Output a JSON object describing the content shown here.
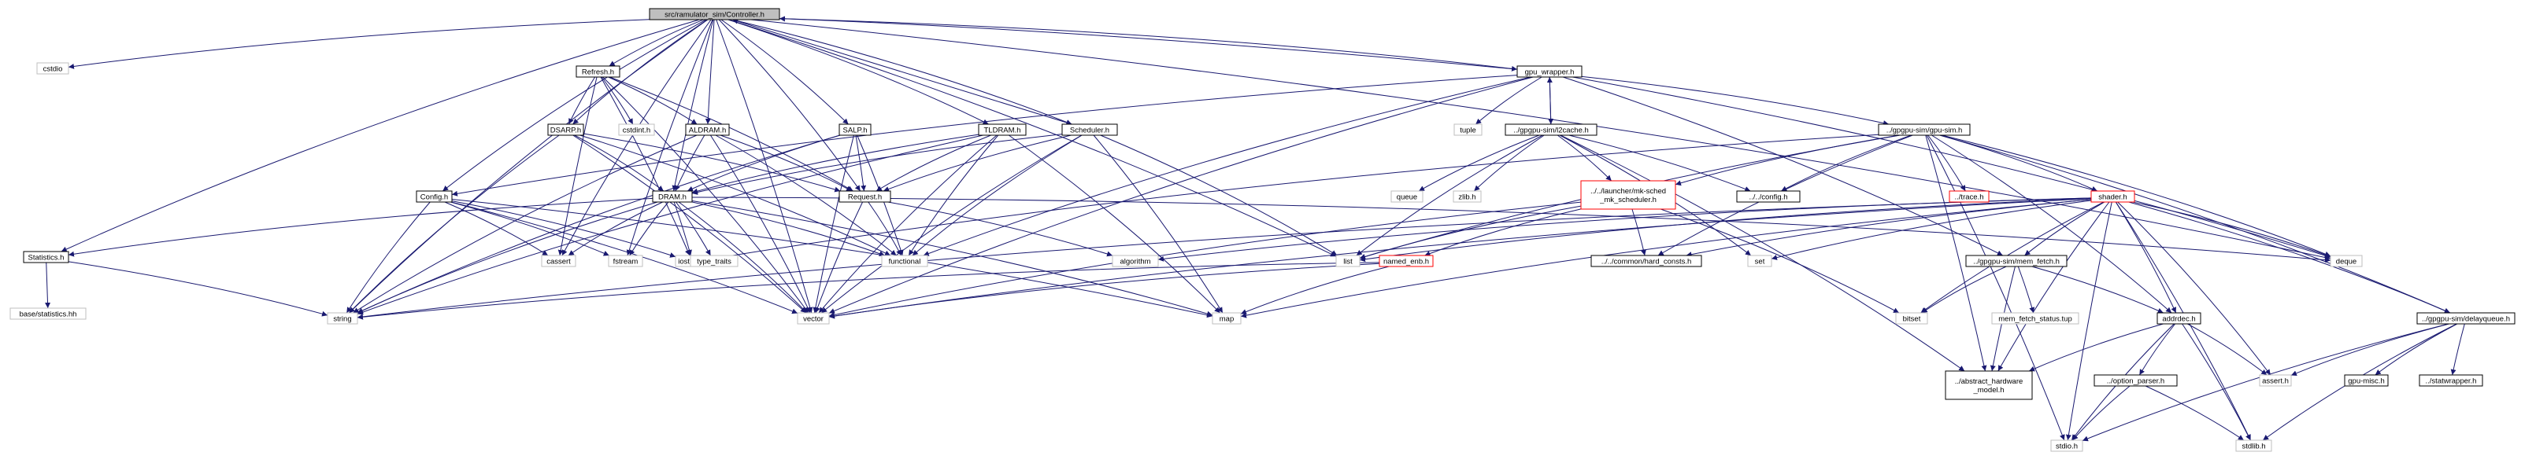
{
  "graph": {
    "root_file": "src/ramulator_sim/Controller.h",
    "edge_color": "#191970",
    "node_colors": {
      "root_fill": "#bfbfbf",
      "missing_border": "#bfbfbf",
      "red_border": "#ff0000",
      "normal_border": "#000000"
    }
  },
  "nodes": {
    "controller": "src/ramulator_sim/Controller.h",
    "cstdio": "cstdio",
    "refresh": "Refresh.h",
    "gpu_wrapper": "gpu_wrapper.h",
    "dsarp": "DSARP.h",
    "cstdint": "cstdint.h",
    "aldram": "ALDRAM.h",
    "salp": "SALP.h",
    "tldram": "TLDRAM.h",
    "scheduler": "Scheduler.h",
    "tuple": "tuple",
    "l2cache": "../gpgpu-sim/l2cache.h",
    "gpusim": "../gpgpu-sim/gpu-sim.h",
    "config": "Config.h",
    "dram": "DRAM.h",
    "request": "Request.h",
    "queue": "queue",
    "zlib": "zlib.h",
    "mk_sched": "../../launcher/mk-sched\n_mk_scheduler.h",
    "cconfig": "../../config.h",
    "trace": "../trace.h",
    "shader": "shader.h",
    "statistics": "Statistics.h",
    "cassert": "cassert",
    "fstream": "fstream",
    "iostream": "iostream",
    "type_traits": "type_traits",
    "functional": "functional",
    "algorithm": "algorithm",
    "list": "list",
    "named_enb": "named_enb.h",
    "hard_consts": "../../common/hard_consts.h",
    "set": "set",
    "mem_fetch": "../gpgpu-sim/mem_fetch.h",
    "deque": "deque",
    "base_stats": "base/statistics.hh",
    "string": "string",
    "vector": "vector",
    "map": "map",
    "bitset": "bitset",
    "mem_fetch_status": "mem_fetch_status.tup",
    "addrdec": "addrdec.h",
    "delayqueue": "../gpgpu-sim/delayqueue.h",
    "abstract_hw": "../abstract_hardware\n_model.h",
    "option_parser": "../option_parser.h",
    "assert": "assert.h",
    "gpu_misc": "gpu-misc.h",
    "stat_wrapper": "../statwrapper.h",
    "stdio": "stdio.h",
    "stdlib": "stdlib.h"
  }
}
